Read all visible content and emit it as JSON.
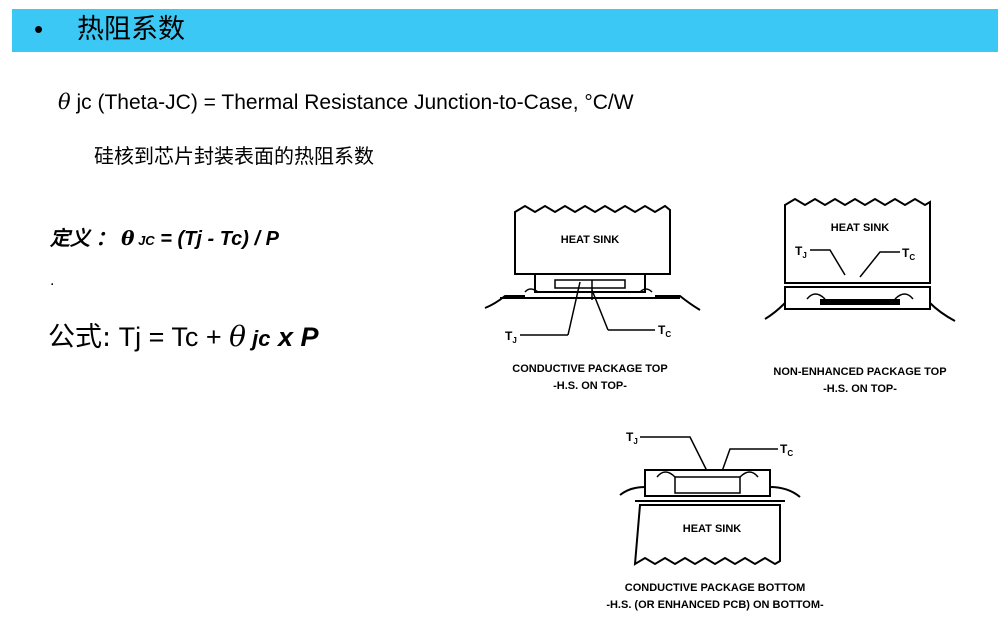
{
  "header": {
    "bullet": "•",
    "title": "热阻系数"
  },
  "definition_line": {
    "symbol": "θ",
    "text": " jc (Theta-JC) = Thermal Resistance Junction-to-Case, °C/W"
  },
  "cn_description": "硅核到芯片封装表面的热阻系数",
  "definition": {
    "prefix": "定义 ：",
    "symbol": "θ",
    "sub": " JC",
    "rest": " = (Tj - Tc) / P"
  },
  "dot": ".",
  "formula": {
    "label": "公式:",
    "lhs": "Tj = Tc + ",
    "symbol": "θ",
    "sub": " jc",
    "tail": " x P"
  },
  "diagrams": {
    "top_left": {
      "heat_sink": "HEAT SINK",
      "tj": "T",
      "tj_sub": "J",
      "tc": "T",
      "tc_sub": "C",
      "caption1": "CONDUCTIVE PACKAGE TOP",
      "caption2": "-H.S. ON TOP-"
    },
    "top_right": {
      "heat_sink": "HEAT SINK",
      "tj": "T",
      "tj_sub": "J",
      "tc": "T",
      "tc_sub": "C",
      "caption1": "NON-ENHANCED PACKAGE TOP",
      "caption2": "-H.S. ON TOP-"
    },
    "bottom": {
      "heat_sink": "HEAT SINK",
      "tj": "T",
      "tj_sub": "J",
      "tc": "T",
      "tc_sub": "C",
      "caption1": "CONDUCTIVE PACKAGE BOTTOM",
      "caption2": "-H.S. (OR ENHANCED PCB) ON BOTTOM-"
    }
  }
}
